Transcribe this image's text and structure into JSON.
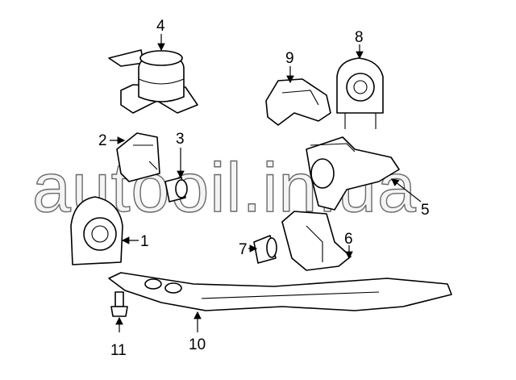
{
  "watermark": "autooil.in.ua",
  "callouts": [
    {
      "id": "1",
      "label": "1"
    },
    {
      "id": "2",
      "label": "2"
    },
    {
      "id": "3",
      "label": "3"
    },
    {
      "id": "4",
      "label": "4"
    },
    {
      "id": "5",
      "label": "5"
    },
    {
      "id": "6",
      "label": "6"
    },
    {
      "id": "7",
      "label": "7"
    },
    {
      "id": "8",
      "label": "8"
    },
    {
      "id": "9",
      "label": "9"
    },
    {
      "id": "10",
      "label": "10"
    },
    {
      "id": "11",
      "label": "11"
    }
  ]
}
